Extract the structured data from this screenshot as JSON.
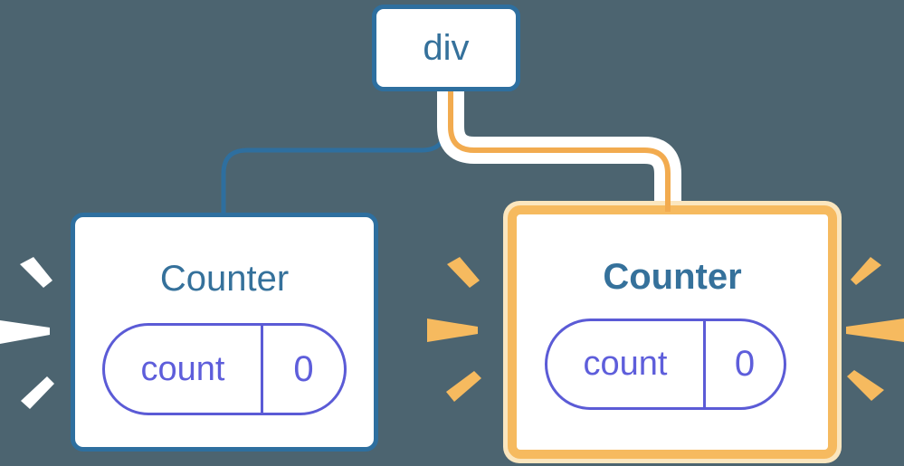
{
  "diagram": {
    "description": "React component tree diagram: a div root element with two Counter children, each holding state count = 0; the second Counter is highlighted as re-rendered",
    "root": {
      "label": "div"
    },
    "children": [
      {
        "title": "Counter",
        "state": {
          "key": "count",
          "value": "0"
        },
        "highlighted": false,
        "sparkle_color_name": "white"
      },
      {
        "title": "Counter",
        "state": {
          "key": "count",
          "value": "0"
        },
        "highlighted": true,
        "sparkle_color_name": "orange"
      }
    ]
  },
  "colors": {
    "background": "#4C6470",
    "blue": "#2E6F9F",
    "steel_text": "#35719B",
    "indigo": "#5B5BD6",
    "indigo_text": "#5E5EDB",
    "orange_line": "#F2AB4F",
    "orange_ring": "#F6BA5F",
    "orange_pale": "#FBE6BE",
    "sparkle_white": "#FFFFFF",
    "card_bg": "#FFFFFF"
  }
}
